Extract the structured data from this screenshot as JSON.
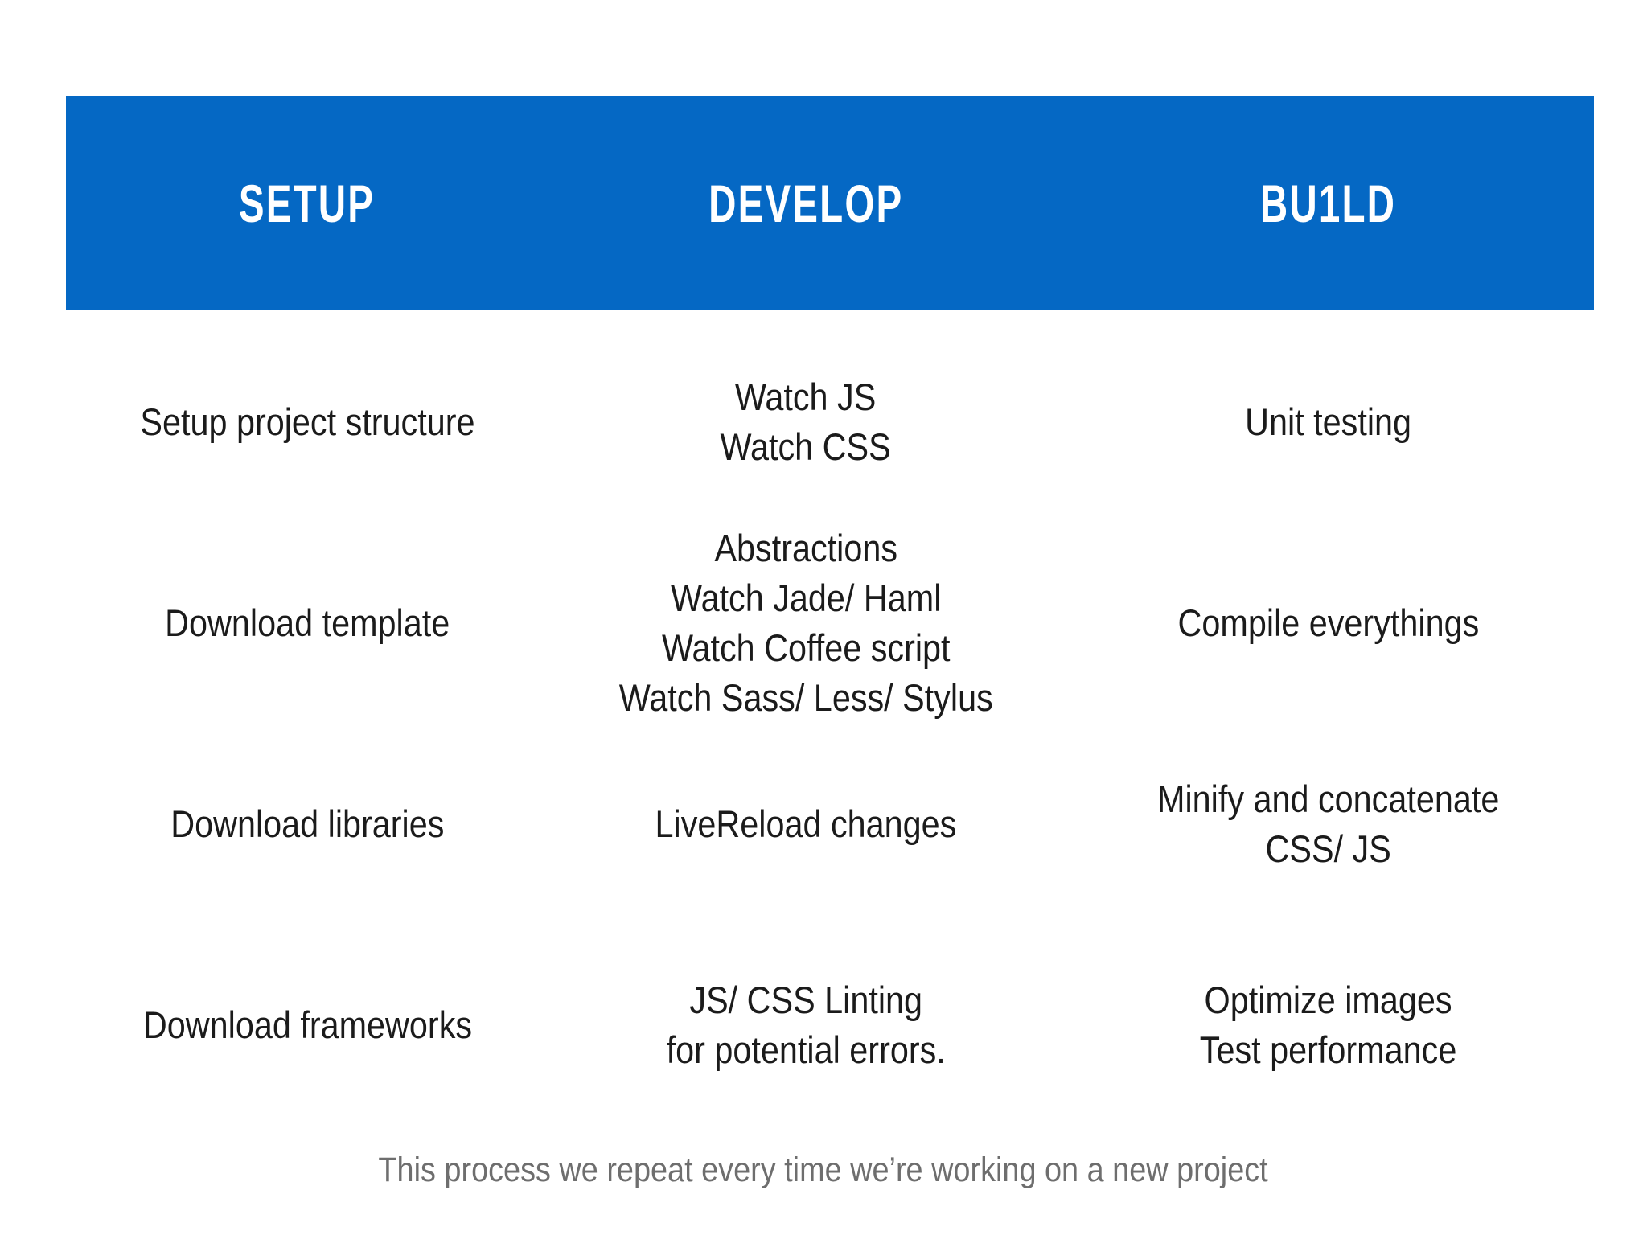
{
  "slide": {
    "background_color": "#ffffff",
    "banner_color": "#0568C4",
    "body_text_color": "#1b1b1b",
    "footer_text_color": "#6e6e6e"
  },
  "header": {
    "columns": [
      {
        "label": "SETUP"
      },
      {
        "label": "DEVELOP"
      },
      {
        "label": "BU1LD"
      }
    ]
  },
  "table": {
    "rows": [
      {
        "setup": "Setup project structure",
        "develop": "Watch JS\nWatch CSS",
        "build": "Unit testing"
      },
      {
        "setup": "Download template",
        "develop": "Abstractions\nWatch Jade/ Haml\nWatch Coffee script\nWatch Sass/ Less/ Stylus",
        "build": "Compile everythings"
      },
      {
        "setup": "Download libraries",
        "develop": "LiveReload changes",
        "build": "Minify and concatenate\nCSS/ JS"
      },
      {
        "setup": "Download frameworks",
        "develop": "JS/ CSS Linting\nfor potential errors.",
        "build": "Optimize images\nTest performance"
      }
    ]
  },
  "footer": {
    "note": "This process we repeat every time we’re working on a new project"
  }
}
